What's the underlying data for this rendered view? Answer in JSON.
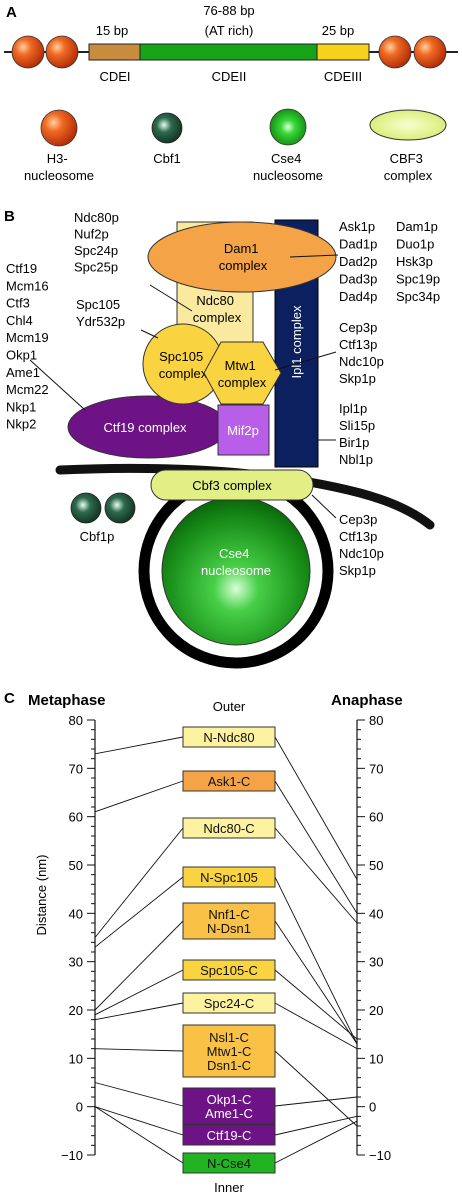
{
  "panelA": {
    "label": "A",
    "lengths": {
      "cdei": "15 bp",
      "cdeii_1": "76-88 bp",
      "cdeii_2": "(AT rich)",
      "cdeiii": "25 bp"
    },
    "elements": {
      "cdei": "CDEI",
      "cdeii": "CDEII",
      "cdeiii": "CDEIII"
    },
    "legend": {
      "h3": [
        "H3-",
        "nucleosome"
      ],
      "cbf1": [
        "Cbf1"
      ],
      "cse4": [
        "Cse4",
        "nucleosome"
      ],
      "cbf3": [
        "CBF3",
        "complex"
      ]
    },
    "colors": {
      "cdei": "#c98b3e",
      "cdeii": "#17a317",
      "cdeiii": "#f7d21c",
      "nucleosome": "#e04a14"
    }
  },
  "panelB": {
    "label": "B",
    "complexes": {
      "dam1": [
        "Dam1",
        "complex"
      ],
      "ndc80": [
        "Ndc80",
        "complex"
      ],
      "spc105": [
        "Spc105",
        "complex"
      ],
      "mtw1": [
        "Mtw1",
        "complex"
      ],
      "ipl1": "Ipl1 complex",
      "ctf19": "Ctf19 complex",
      "mif2": "Mif2p",
      "cbf3": "Cbf3 complex",
      "cse4": [
        "Cse4",
        "nucleosome"
      ],
      "cbf1": "Cbf1p"
    },
    "lists": {
      "ndc80": [
        "Ndc80p",
        "Nuf2p",
        "Spc24p",
        "Spc25p"
      ],
      "spc105": [
        "Spc105",
        "Ydr532p"
      ],
      "ctf19": [
        "Ctf19",
        "Mcm16",
        "Ctf3",
        "Chl4",
        "Mcm19",
        "Okp1",
        "Ame1",
        "Mcm22",
        "Nkp1",
        "Nkp2"
      ],
      "dam1a": [
        "Ask1p",
        "Dad1p",
        "Dad2p",
        "Dad3p",
        "Dad4p"
      ],
      "dam1b": [
        "Dam1p",
        "Duo1p",
        "Hsk3p",
        "Spc19p",
        "Spc34p"
      ],
      "mtw1": [
        "Cep3p",
        "Ctf13p",
        "Ndc10p",
        "Skp1p"
      ],
      "ipl1": [
        "Ipl1p",
        "Sli15p",
        "Bir1p",
        "Nbl1p"
      ],
      "cbf3": [
        "Cep3p",
        "Ctf13p",
        "Ndc10p",
        "Skp1p"
      ]
    },
    "colors": {
      "dam1": "#f4a347",
      "ndc80": "#faeaa0",
      "spc105": "#fad440",
      "ipl1": "#0c1f5e",
      "ctf19": "#6e1385",
      "mif2": "#b95ee8",
      "cbf3": "#e2ef84"
    }
  },
  "panelC": {
    "label": "C",
    "metaphase_label": "Metaphase",
    "anaphase_label": "Anaphase",
    "outer_label": "Outer",
    "inner_label": "Inner",
    "axis_label": "Distance (nm)",
    "axis_range": [
      -10,
      80
    ],
    "ticks": [
      "80",
      "70",
      "60",
      "50",
      "40",
      "30",
      "20",
      "10",
      "0",
      "−10"
    ],
    "proteins": [
      {
        "lines": [
          "N-Ndc80"
        ],
        "color": "#fdf2a0",
        "metaphase": 73,
        "anaphase": 47
      },
      {
        "lines": [
          "Ask1-C"
        ],
        "color": "#f4a347",
        "metaphase": 61,
        "anaphase": 40
      },
      {
        "lines": [
          "Ndc80-C"
        ],
        "color": "#fdf2a0",
        "metaphase": 35,
        "anaphase": 38
      },
      {
        "lines": [
          "N-Spc105"
        ],
        "color": "#fad440",
        "metaphase": 33,
        "anaphase": 13
      },
      {
        "lines": [
          "Nnf1-C",
          "N-Dsn1"
        ],
        "color": "#f9c246",
        "metaphase": 20,
        "anaphase": 13
      },
      {
        "lines": [
          "Spc105-C"
        ],
        "color": "#fad440",
        "metaphase": 19,
        "anaphase": 14
      },
      {
        "lines": [
          "Spc24-C"
        ],
        "color": "#fdf2a0",
        "metaphase": 18,
        "anaphase": 12
      },
      {
        "lines": [
          "Nsl1-C",
          "Mtw1-C",
          "Dsn1-C"
        ],
        "color": "#f9c246",
        "metaphase": 12,
        "anaphase": -4
      },
      {
        "lines": [
          "Okp1-C",
          "Ame1-C"
        ],
        "color": "#6e1385",
        "metaphase": 5,
        "anaphase": 2
      },
      {
        "lines": [
          "Ctf19-C"
        ],
        "color": "#6e1385",
        "metaphase": 0,
        "anaphase": -2
      },
      {
        "lines": [
          "N-Cse4"
        ],
        "color": "#22b322",
        "metaphase": 0,
        "anaphase": -3
      }
    ]
  }
}
